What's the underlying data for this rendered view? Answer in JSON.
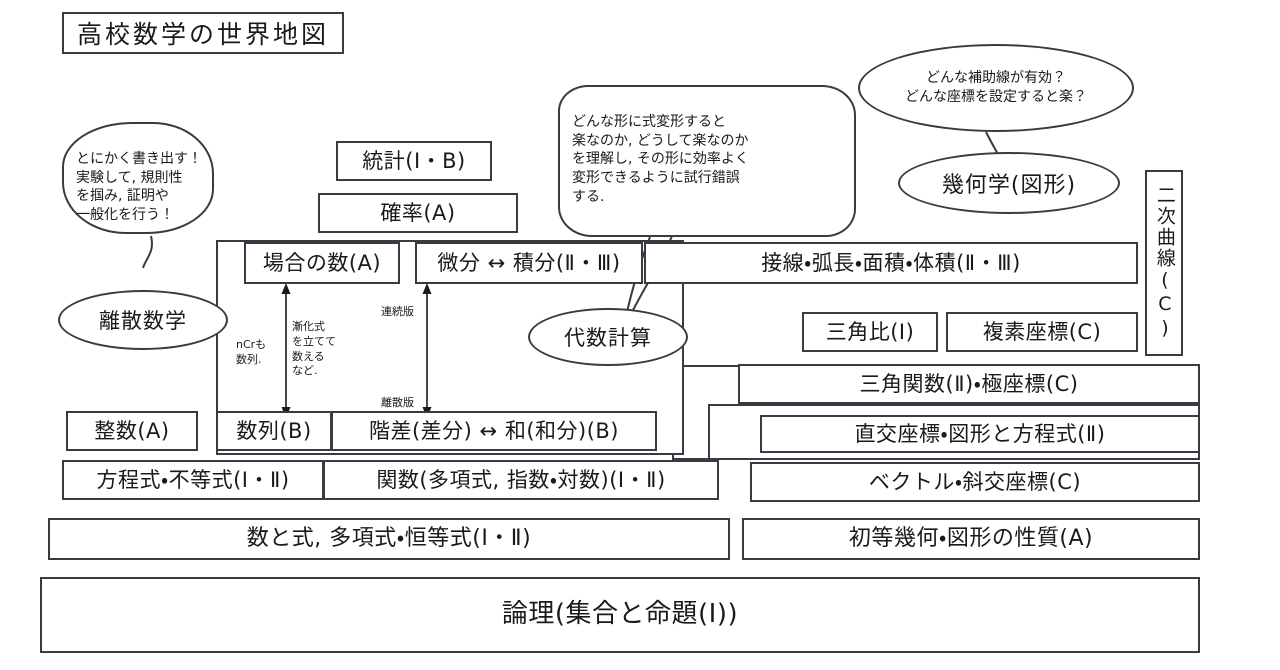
{
  "title": {
    "label": "高校数学の世界地図"
  },
  "bubbles": [
    {
      "id": "discrete-bubble",
      "text": "とにかく書き出す！\n実験して, 規則性\nを掴み, 証明や\n一般化を行う！"
    },
    {
      "id": "algebra-bubble",
      "text": "どんな形に式変形すると\n楽なのか, どうして楽なのか\nを理解し, その形に効率よく\n変形できるように試行錯誤\nする."
    },
    {
      "id": "geometry-bubble",
      "text": "どんな補助線が有効？\nどんな座標を設定すると楽？"
    }
  ],
  "ellipses": [
    {
      "id": "discrete-math",
      "label": "離散数学"
    },
    {
      "id": "algebraic-calculation",
      "label": "代数計算"
    },
    {
      "id": "geometry",
      "label": "幾何学(図形)"
    }
  ],
  "boxes": [
    {
      "id": "statistics",
      "label": "統計(Ⅰ・B)"
    },
    {
      "id": "probability",
      "label": "確率(A)"
    },
    {
      "id": "counting",
      "label": "場合の数(A)"
    },
    {
      "id": "differential-integral",
      "label": "微分 ↔ 積分(Ⅱ・Ⅲ)"
    },
    {
      "id": "tangent-arc-area-vol",
      "label": "接線・弧長・面積・体積(Ⅱ・Ⅲ)"
    },
    {
      "id": "quadratic-curve",
      "label": "二次曲線(C)"
    },
    {
      "id": "trig-ratio",
      "label": "三角比(Ⅰ)"
    },
    {
      "id": "complex-coordinate",
      "label": "複素座標(C)"
    },
    {
      "id": "trig-function-polar",
      "label": "三角関数(Ⅱ)・極座標(C)"
    },
    {
      "id": "integers",
      "label": "整数(A)"
    },
    {
      "id": "sequences",
      "label": "数列(B)"
    },
    {
      "id": "difference-sum",
      "label": "階差(差分) ↔ 和(和分)(B)"
    },
    {
      "id": "orthogonal-coordinate",
      "label": "直交座標・図形と方程式(Ⅱ)"
    },
    {
      "id": "equations-inequal",
      "label": "方程式・不等式(Ⅰ・Ⅱ)"
    },
    {
      "id": "functions",
      "label": "関数(多項式, 指数・対数)(Ⅰ・Ⅱ)"
    },
    {
      "id": "vector-oblique",
      "label": "ベクトル・斜交座標(C)"
    },
    {
      "id": "numbers-expressions",
      "label": "数と式, 多項式・恒等式(Ⅰ・Ⅱ)"
    },
    {
      "id": "elementary-geometry",
      "label": "初等幾何・図形の性質(A)"
    },
    {
      "id": "logic",
      "label": "論理(集合と命題(Ⅰ))"
    }
  ],
  "annotations": [
    {
      "id": "ncr-note",
      "text": "nCrも\n数列."
    },
    {
      "id": "recurrence-note",
      "text": "漸化式\nを立てて\n数える\nなど."
    },
    {
      "id": "continuous-label",
      "text": "連続版"
    },
    {
      "id": "discrete-label",
      "text": "離散版"
    }
  ],
  "colors": {
    "ink": "#3a3a42",
    "text": "#1a1a1a",
    "background": "#ffffff"
  }
}
